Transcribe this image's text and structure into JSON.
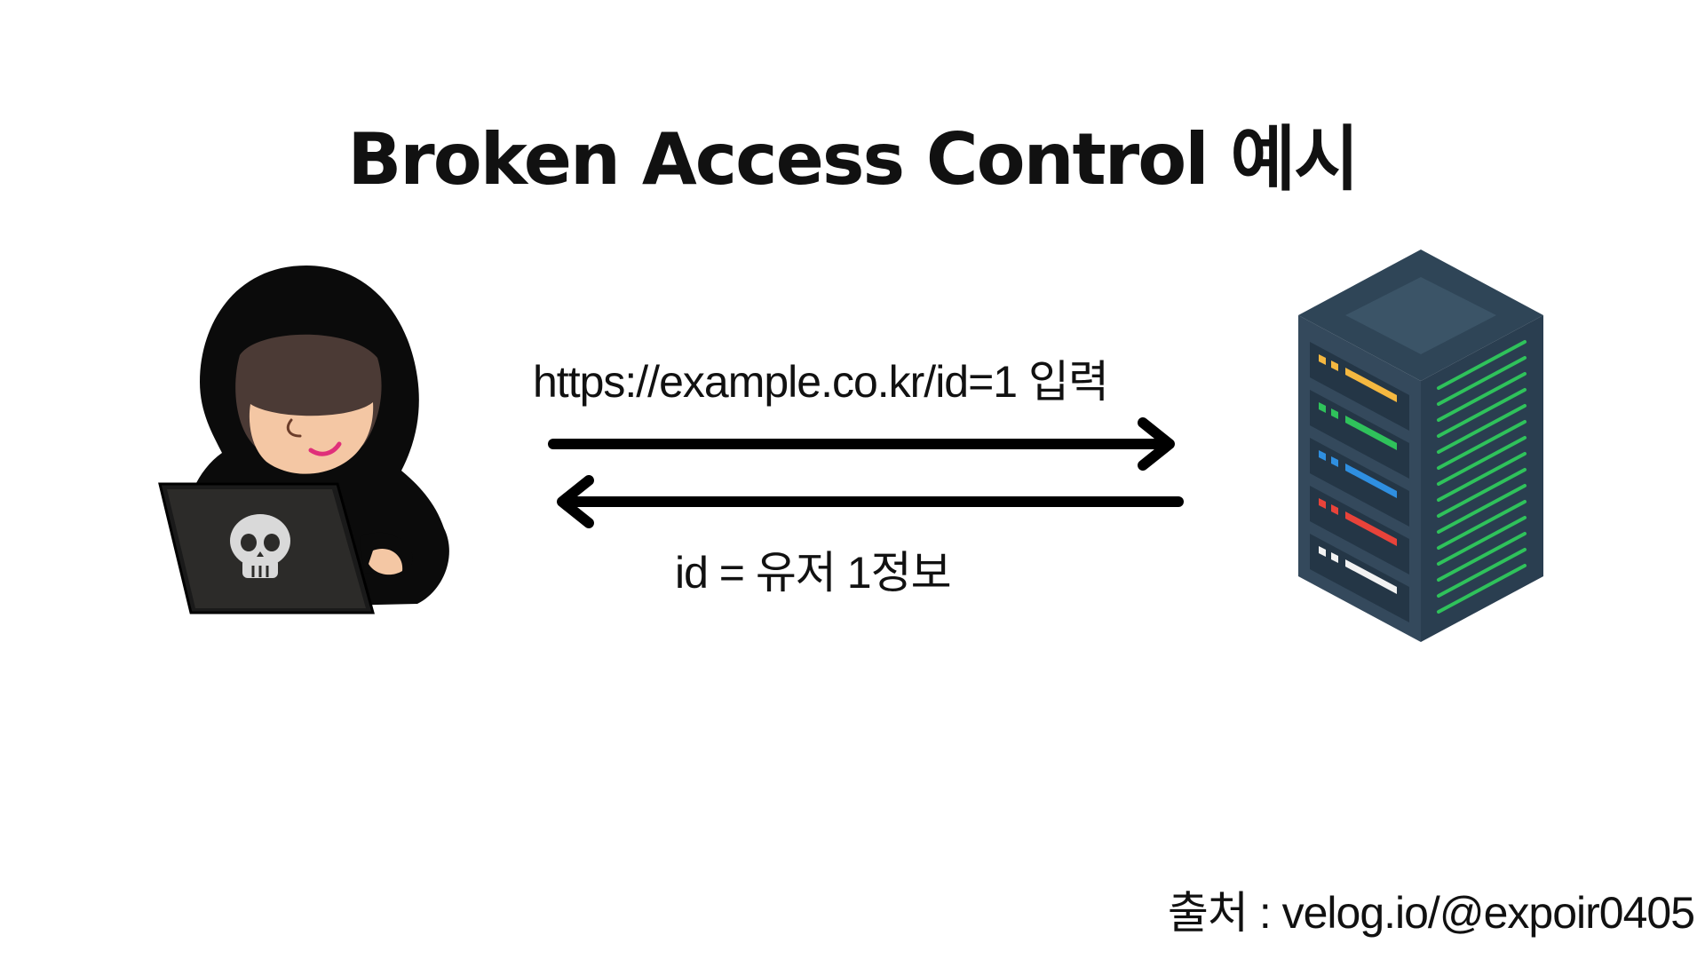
{
  "title": "Broken Access Control 예시",
  "request_label": "https://example.co.kr/id=1 입력",
  "response_label": "id = 유저 1정보",
  "source_credit": "출처 : velog.io/@expoir0405",
  "icons": {
    "attacker": "hooded-hacker-with-laptop-icon",
    "laptop_logo": "skull-icon",
    "server": "server-rack-icon"
  },
  "colors": {
    "text": "#111111",
    "arrow": "#000000",
    "server_body": "#2f4557",
    "server_side": "#3b5467",
    "server_top": "#4a6478",
    "led_yellow": "#f5b840",
    "led_green": "#2fc25b",
    "led_blue": "#2f8fe0",
    "led_red": "#e8433a",
    "led_white": "#f2f2f2"
  }
}
